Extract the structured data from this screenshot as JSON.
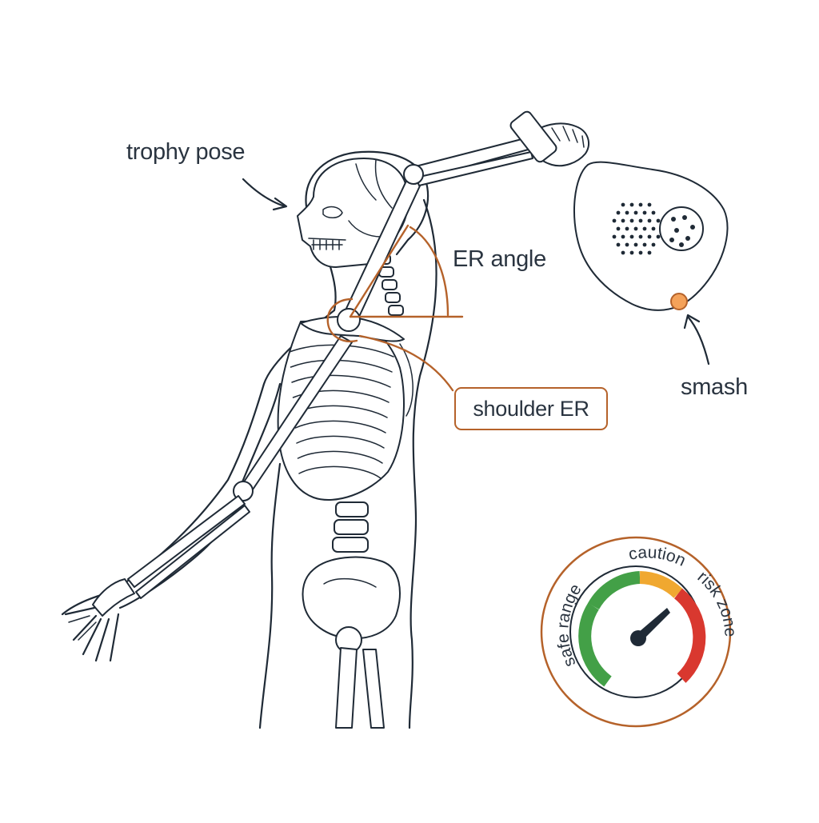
{
  "labels": {
    "trophy_pose": "trophy pose",
    "er_angle": "ER angle",
    "shoulder_er": "shoulder ER",
    "smash": "smash"
  },
  "gauge": {
    "zones": [
      {
        "label": "safe range",
        "color": "#43a047"
      },
      {
        "label": "caution",
        "color": "#f0a830"
      },
      {
        "label": "risk zone",
        "color": "#d9382f"
      }
    ],
    "ring_color": "#b5622a"
  },
  "colors": {
    "accent": "#b5622a",
    "ink": "#1f2a36",
    "contact_dot": "#f4a25a"
  }
}
